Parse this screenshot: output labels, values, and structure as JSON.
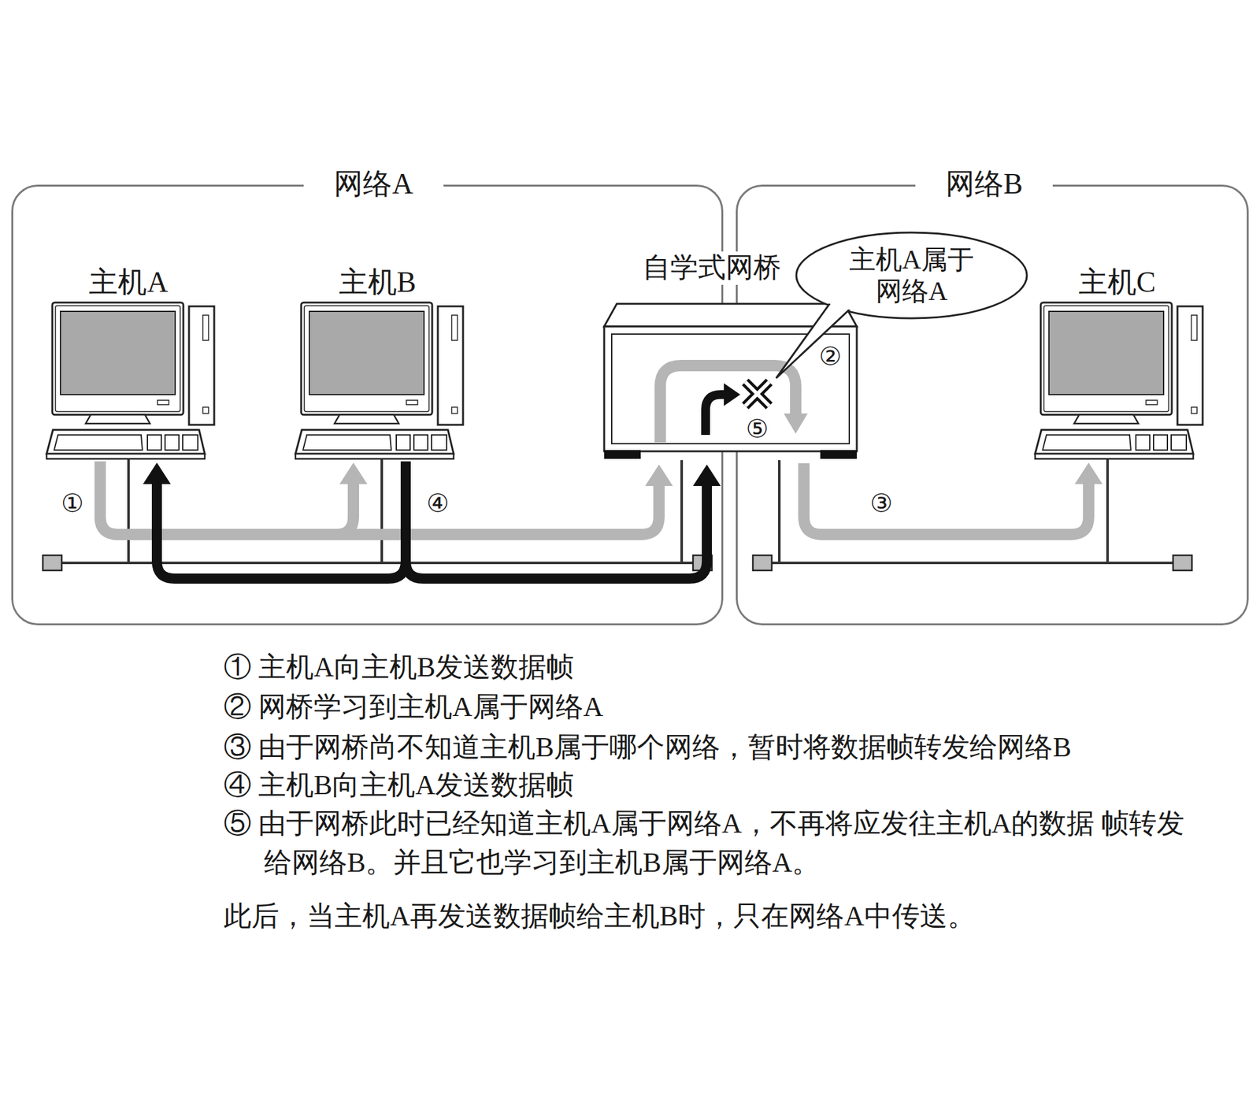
{
  "diagram": {
    "nodes": [
      {
        "text": [
          "网络A"
        ]
      },
      {
        "text": [
          "主机A"
        ],
        "in": 0
      },
      {
        "text": [
          "主机B"
        ],
        "in": 0
      },
      {
        "text": [
          "自学式网桥"
        ]
      },
      {
        "text": [
          "主机A属于 网络A"
        ]
      },
      {
        "text": [
          "网络B"
        ]
      },
      {
        "text": [
          "主机C"
        ],
        "in": 5
      }
    ],
    "edges": [
      {
        "from": 1,
        "to": 2,
        "arrow": "to"
      },
      {
        "from": 1,
        "to": 3,
        "arrow": "to"
      },
      {
        "from": 3,
        "to": 6,
        "arrow": "to"
      },
      {
        "from": 2,
        "to": 1,
        "arrow": "to"
      },
      {
        "from": 2,
        "to": 3,
        "arrow": "to"
      }
    ],
    "labels": [
      "①",
      "②",
      "③",
      "④",
      "⑤",
      "① 主机A向主机B发送数据帧",
      "② 网桥学习到主机A属于网络A",
      "③ 由于网桥尚不知道主机B属于哪个网络，暂时将数据帧转发给网络B",
      "④ 主机B向主机A发送数据帧",
      "⑤ 由于网桥此时已经知道主机A属于网络A，不再将应发往主机A的数据 帧转发给网络B。并且它也学习到主机B属于网络A。",
      "此后，当主机A再发送数据帧给主机B时，只在网络A中传送。"
    ]
  }
}
